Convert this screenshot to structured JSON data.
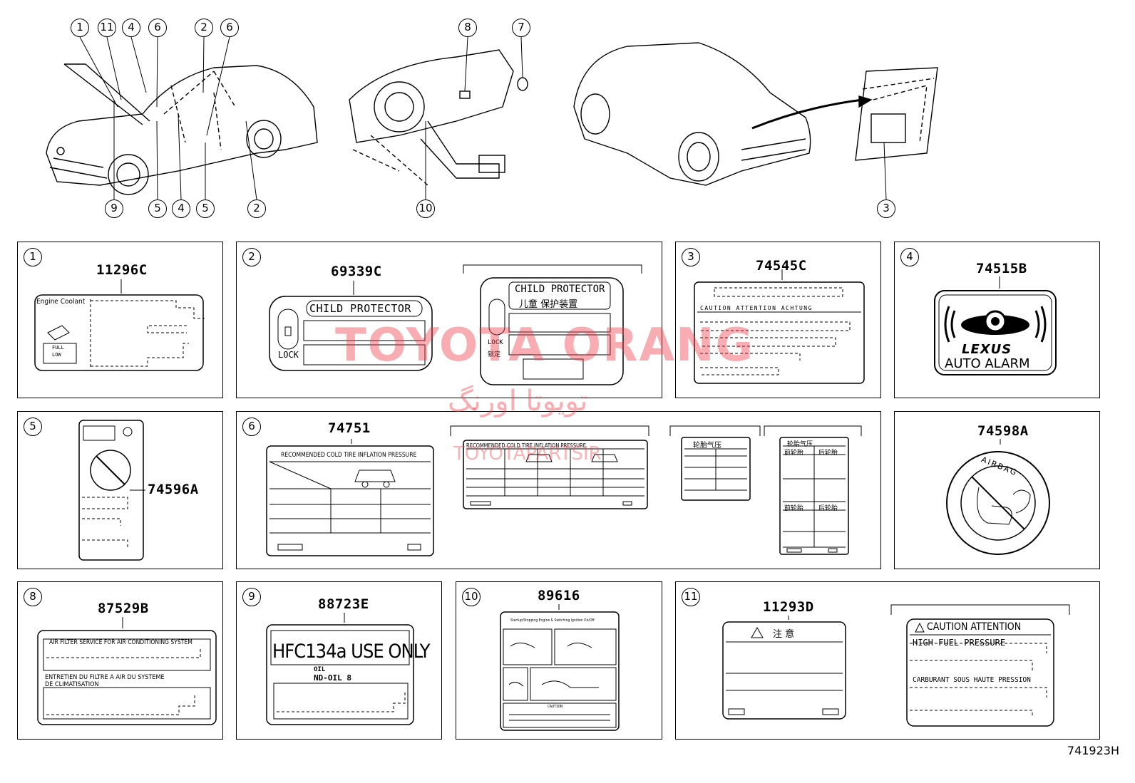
{
  "overview": {
    "callouts_car_front": [
      "1",
      "11",
      "4",
      "6",
      "2",
      "6",
      "9",
      "5",
      "4",
      "5",
      "2"
    ],
    "callouts_interior": [
      "8",
      "7",
      "10"
    ],
    "callouts_car_rear": [
      "3"
    ]
  },
  "panels": [
    {
      "num": "1",
      "code": "11296C",
      "label_text": "Engine Coolant",
      "full": "FULL",
      "low": "LOW"
    },
    {
      "num": "2",
      "code": "69339C",
      "label_text": "CHILD PROTECTOR",
      "lock": "LOCK",
      "alt_title": "CHILD PROTECTOR",
      "alt_cn": "儿童 保护装置",
      "alt_lock": "LOCK",
      "alt_lock_cn": "锁定"
    },
    {
      "num": "3",
      "code": "74545C",
      "caution_line": "CAUTION  ATTENTION  ACHTUNG"
    },
    {
      "num": "4",
      "code": "74515B",
      "brand": "LEXUS",
      "alarm": "AUTO ALARM"
    },
    {
      "num": "5",
      "code": "74596A"
    },
    {
      "num": "6",
      "code": "74751",
      "tire_title": "RECOMMENDED COLD TIRE INFLATION PRESSURE",
      "tire_title2": "RECOMMENDED COLD TIRE INFLATION PRESSURE",
      "cn_title": "轮胎气压",
      "cn_front": "前轮胎",
      "cn_rear": "后轮胎"
    },
    {
      "num": "",
      "code": "74598A",
      "airbag": "AIRBAG"
    },
    {
      "num": "8",
      "code": "87529B",
      "line1": "AIR FILTER SERVICE FOR AIR CONDITIONING SYSTEM",
      "line2": "ENTRETIEN DU FILTRE A AIR DU SYSTEME",
      "line3": "DE CLIMATISATION"
    },
    {
      "num": "9",
      "code": "88723E",
      "hfc": "HFC134a USE ONLY",
      "oil": "OIL",
      "nd": "ND-OIL 8"
    },
    {
      "num": "10",
      "code": "89616",
      "header": "Startup/Stopping Engine & Switching Ignition On/Off",
      "caution": "CAUTION"
    },
    {
      "num": "11",
      "code": "11293D",
      "cn_title": "注 意",
      "caution": "CAUTION   ATTENTION",
      "high": "HIGH    FUEL PRESSURE",
      "carb": "CARBURANT SOUS HAUTE PRESSION"
    }
  ],
  "watermark": {
    "line1": "TOYOTA ORANG",
    "line2": "تويوتا اورنگ",
    "line3": "TOYOTAPARTSIR"
  },
  "ref_code": "741923H"
}
